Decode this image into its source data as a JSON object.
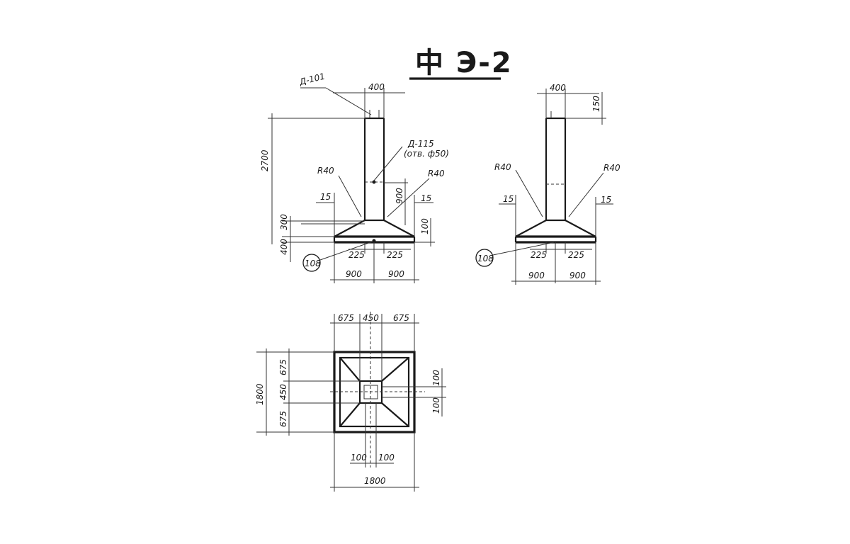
{
  "title": "中 Э-2",
  "front_view": {
    "callout_d101": "Д-101",
    "callout_d115": "Д-115",
    "callout_hole": "(отв. ф50)",
    "radius_left": "R40",
    "radius_right": "R40",
    "top_width": "400",
    "total_height": "2700",
    "lower_dim_300": "300",
    "lower_dim_400": "400",
    "dim_900_vertical": "900",
    "slope_left_15": "15",
    "slope_right_15": "15",
    "base_dim_100": "100",
    "offset_left_225": "225",
    "offset_right_225": "225",
    "base_left_900": "900",
    "base_right_900": "900",
    "mark_108": "108"
  },
  "side_view": {
    "top_width": "400",
    "top_dim_150": "150",
    "radius_left": "R40",
    "radius_right": "R40",
    "slope_left_15": "15",
    "slope_right_15": "15",
    "offset_left_225": "225",
    "offset_right_225": "225",
    "base_left_900": "900",
    "base_right_900": "900",
    "mark_108": "108"
  },
  "plan_view": {
    "top_675_left": "675",
    "top_450": "450",
    "top_675_right": "675",
    "left_total_1800": "1800",
    "left_675_top": "675",
    "left_450": "450",
    "left_675_bottom": "675",
    "right_100_top": "100",
    "right_100_bottom": "100",
    "bottom_100_left": "100",
    "bottom_100_right": "100",
    "bottom_total_1800": "1800"
  }
}
